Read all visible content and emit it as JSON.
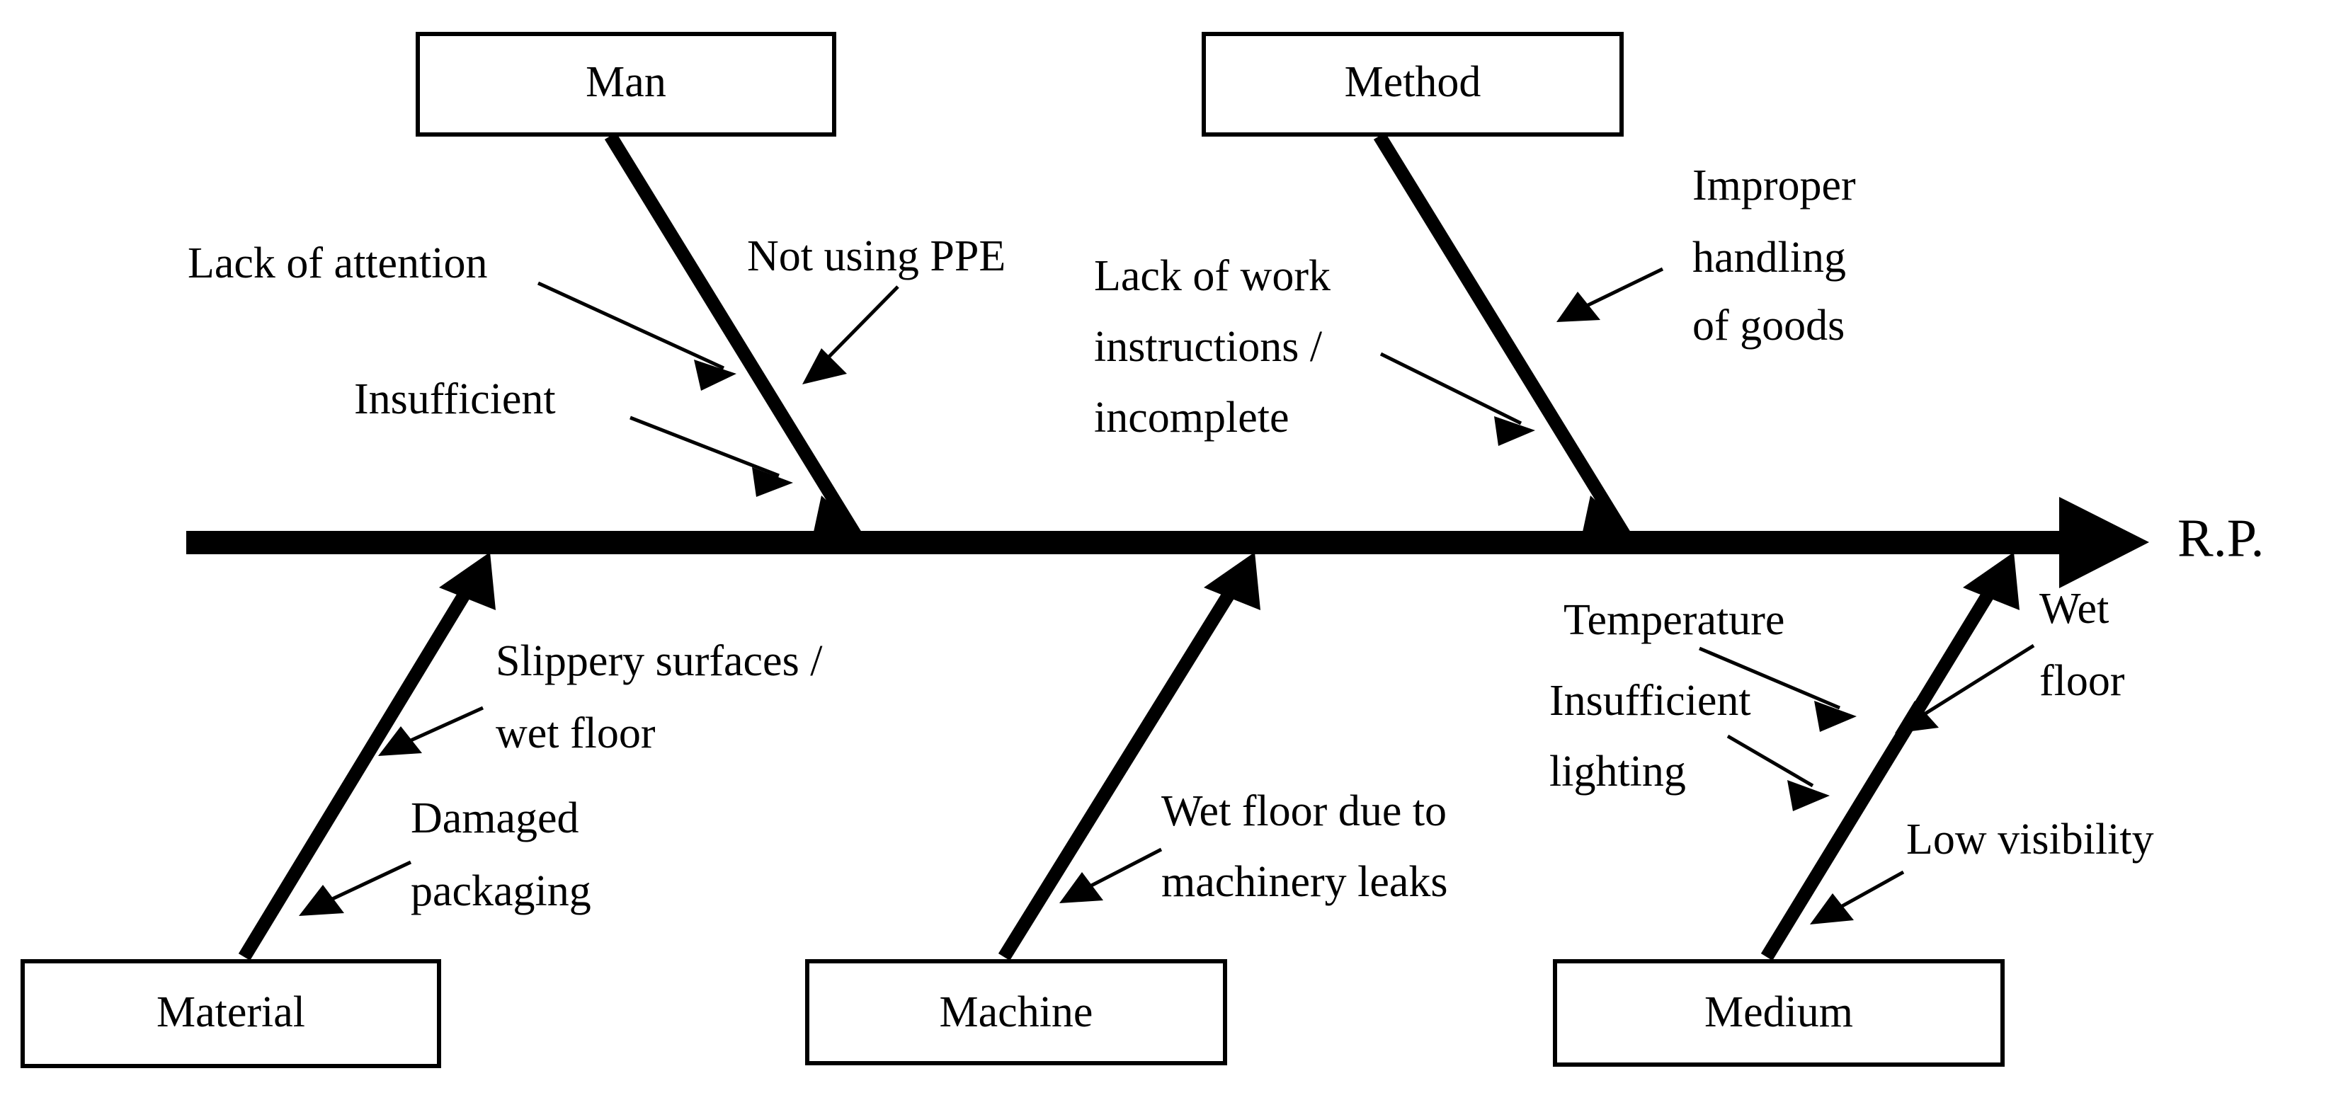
{
  "diagram": {
    "type": "fishbone-ishikawa",
    "effect_label": "R.P.",
    "categories": [
      {
        "id": "man",
        "label": "Man",
        "position": "top",
        "causes": [
          {
            "label": "Lack of attention"
          },
          {
            "label": "Not using PPE"
          },
          {
            "label": "Insufficient"
          }
        ]
      },
      {
        "id": "method",
        "label": "Method",
        "position": "top",
        "causes": [
          {
            "label_line1": "Lack of work",
            "label_line2": "instructions /",
            "label_line3": "incomplete"
          },
          {
            "label_line1": "Improper",
            "label_line2": "handling",
            "label_line3": "of goods"
          }
        ]
      },
      {
        "id": "material",
        "label": "Material",
        "position": "bottom",
        "causes": [
          {
            "label_line1": "Slippery surfaces /",
            "label_line2": "wet floor"
          },
          {
            "label_line1": "Damaged",
            "label_line2": "packaging"
          }
        ]
      },
      {
        "id": "machine",
        "label": "Machine",
        "position": "bottom",
        "causes": [
          {
            "label_line1": "Wet floor due to",
            "label_line2": "machinery leaks"
          }
        ]
      },
      {
        "id": "medium",
        "label": "Medium",
        "position": "bottom",
        "causes": [
          {
            "label": "Temperature"
          },
          {
            "label_line1": "Insufficient",
            "label_line2": "lighting"
          },
          {
            "label_line1": "Wet",
            "label_line2": "floor"
          },
          {
            "label": "Low visibility"
          }
        ]
      }
    ],
    "colors": {
      "ink": "#000000",
      "background": "#ffffff"
    }
  },
  "texts": {
    "man_box": "Man",
    "method_box": "Method",
    "material_box": "Material",
    "machine_box": "Machine",
    "medium_box": "Medium",
    "effect": "R.P.",
    "lack_of_attention": "Lack of attention",
    "not_using_ppe": "Not using PPE",
    "insufficient_man": "Insufficient",
    "lack_of_work_1": "Lack of work",
    "lack_of_work_2": "instructions /",
    "lack_of_work_3": "incomplete",
    "improper_1": "Improper",
    "improper_2": "handling",
    "improper_3": "of goods",
    "slippery_1": "Slippery surfaces /",
    "slippery_2": "wet floor",
    "damaged_1": "Damaged",
    "damaged_2": "packaging",
    "wetfloor_machine_1": "Wet floor due to",
    "wetfloor_machine_2": "machinery leaks",
    "temperature": "Temperature",
    "insufficient_light_1": "Insufficient",
    "insufficient_light_2": "lighting",
    "wet_floor_1": "Wet",
    "wet_floor_2": "floor",
    "low_visibility": "Low visibility"
  }
}
